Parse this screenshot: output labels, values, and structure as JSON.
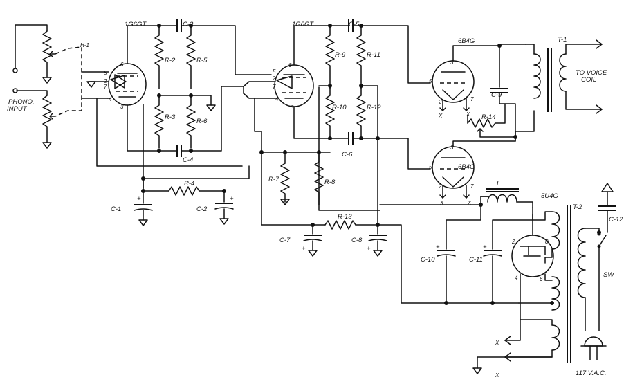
{
  "labels": {
    "phono_input_1": "PHONO.",
    "phono_input_2": "INPUT",
    "h1": "H-1",
    "tube_v1": "1G6GT",
    "tube_v2": "1G6GT",
    "tube_v3": "6B4G",
    "tube_v4": "6B4G",
    "tube_rect": "5U4G",
    "c1": "C-1",
    "c2": "C-2",
    "c3": "C-3",
    "c4": "C-4",
    "c5": "C-5",
    "c6": "C-6",
    "c7": "C-7",
    "c8": "C-8",
    "c9": "C-9",
    "c10": "C-10",
    "c11": "C-11",
    "c12": "C-12",
    "r2": "R-2",
    "r3": "R-3",
    "r4": "R-4",
    "r5": "R-5",
    "r6": "R-6",
    "r7": "R-7",
    "r8": "R-8",
    "r9": "R-9",
    "r10": "R-10",
    "r11": "R-11",
    "r12": "R-12",
    "r13": "R-13",
    "r14": "R-14",
    "t1": "T-1",
    "t2": "T-2",
    "l": "L",
    "sw": "SW",
    "voice_1": "TO VOICE",
    "voice_2": "COIL",
    "vac": "117 V.A.C.",
    "x": "X"
  },
  "pins": {
    "v1_6": "6",
    "v1_5": "5",
    "v1_2": "2",
    "v1_7": "7",
    "v1_4": "4",
    "v1_3": "3",
    "v2_6": "6",
    "v2_5": "5",
    "v2_2": "2",
    "v2_7": "7",
    "v2_4": "4",
    "v2_3": "3",
    "v3_3": "3",
    "v3_5": "5",
    "v3_2": "2",
    "v3_7": "7",
    "v4_3": "3",
    "v4_5": "5",
    "v4_2": "2",
    "v4_7": "7",
    "rect_2": "2",
    "rect_8": "8",
    "rect_4": "4",
    "rect_6": "6"
  },
  "plus": "+"
}
